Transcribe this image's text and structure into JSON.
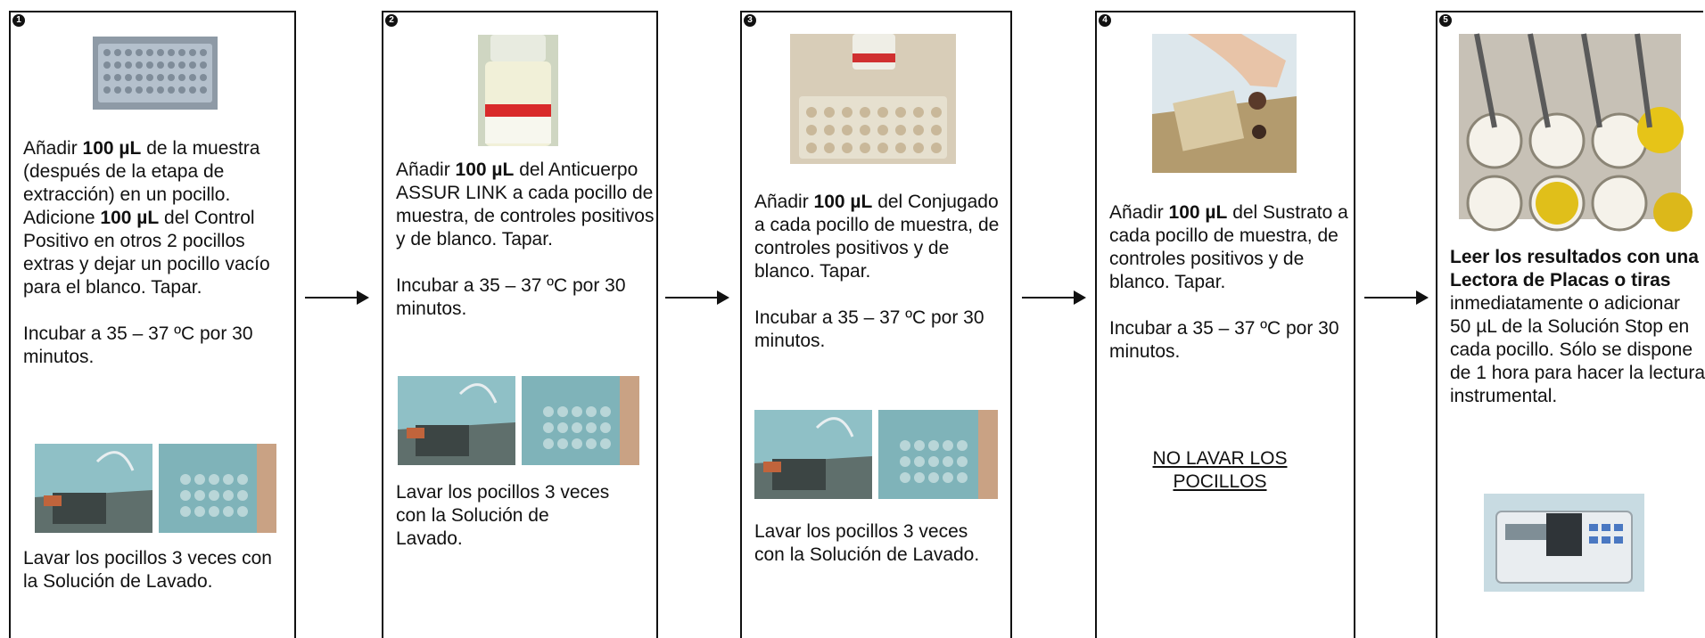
{
  "steps": [
    {
      "number": "1",
      "lines": [
        [
          "Añadir ",
          "100 µL",
          " de la muestra (después de la etapa de extracción) en un pocillo. Adicione ",
          "100 µL",
          " del Control Positivo en otros 2 pocillos extras y dejar un pocillo vacío para el blanco. Tapar."
        ],
        "Incubar a 35 – 37 ºC por 30 minutos.",
        "Lavar los pocillos 3 veces con la Solución de Lavado."
      ]
    },
    {
      "number": "2",
      "lines": [
        [
          "Añadir ",
          "100 µL",
          " del Anticuerpo ASSUR LINK a cada pocillo de muestra, de controles positivos y de blanco. Tapar."
        ],
        "Incubar a 35 – 37 ºC por 30 minutos.",
        "Lavar los pocillos 3 veces con la Solución de Lavado."
      ]
    },
    {
      "number": "3",
      "lines": [
        [
          "Añadir ",
          "100 µL",
          " del Conjugado a cada pocillo de muestra, de controles positivos y de blanco. Tapar."
        ],
        "Incubar a 35 – 37 ºC por 30 minutos.",
        "Lavar los pocillos 3 veces con la Solución de Lavado."
      ]
    },
    {
      "number": "4",
      "lines": [
        [
          "Añadir ",
          "100 µL",
          " del Sustrato a cada pocillo de muestra,  de controles positivos y de blanco. Tapar."
        ],
        "Incubar a 35 – 37 ºC por 30 minutos.",
        "NO LAVAR LOS POCILLOS"
      ]
    },
    {
      "number": "5",
      "lines": [
        "Leer los resultados con una Lectora de Placas o tiras",
        "inmediatamente o adicionar 50 µL de la Solución Stop en cada pocillo.  Sólo se dispone de 1 hora para hacer la lectura instrumental."
      ]
    }
  ]
}
